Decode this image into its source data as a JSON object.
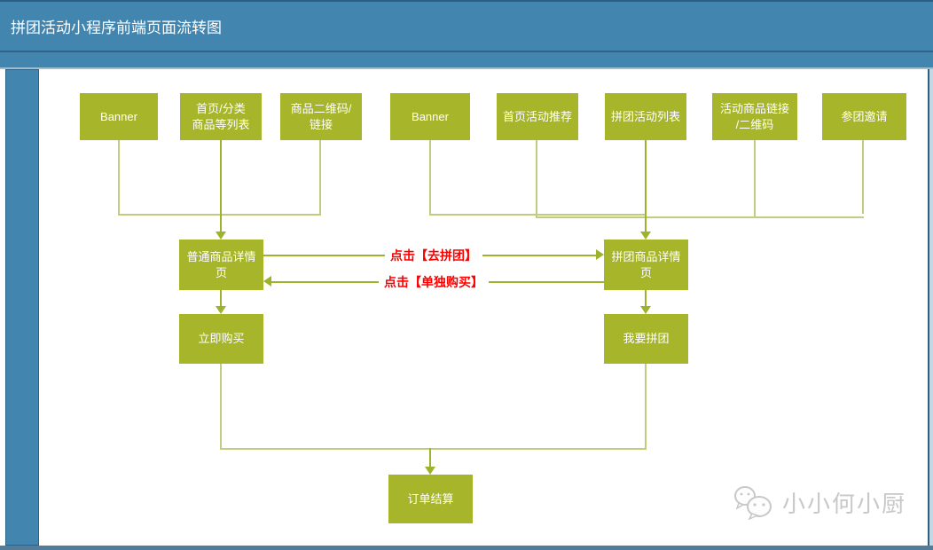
{
  "window": {
    "title": "拼团活动小程序前端页面流转图"
  },
  "diagram": {
    "top_row": [
      {
        "label": "Banner"
      },
      {
        "label": "首页/分类\n商品等列表"
      },
      {
        "label": "商品二维码/\n链接"
      },
      {
        "label": "Banner"
      },
      {
        "label": "首页活动推荐"
      },
      {
        "label": "拼团活动列表"
      },
      {
        "label": "活动商品链接\n/二维码"
      },
      {
        "label": "参团邀请"
      }
    ],
    "detail_pages": {
      "normal": "普通商品详情\n页",
      "group": "拼团商品详情\n页"
    },
    "actions": {
      "buy_now": "立即购买",
      "join_group": "我要拼团"
    },
    "checkout": "订单结算",
    "edge_labels": {
      "go_group": "点击【去拼团】",
      "buy_alone": "点击【单独购买】"
    }
  },
  "watermark": {
    "text": "小小何小厨",
    "icon": "wechat-icon"
  },
  "colors": {
    "header_blue": "#4285af",
    "box_green": "#a7b52a",
    "connector_light": "#c2cc7e",
    "connector_dark": "#9db32b",
    "label_red": "#ff0000"
  }
}
